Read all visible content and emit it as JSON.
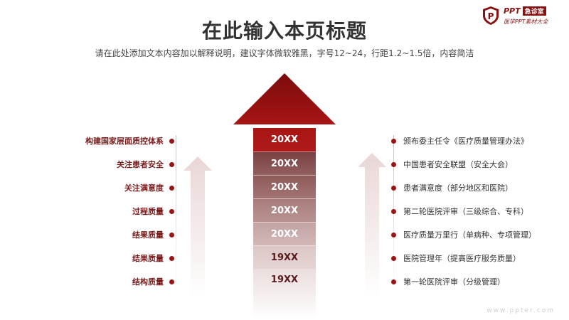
{
  "header": {
    "title": "在此输入本页标题",
    "subtitle": "请在此处添加文本内容加以解释说明，建议字体微软雅黑，字号12~24，行距1.2~1.5倍，内容简洁"
  },
  "logo": {
    "brand": "PPT",
    "badge": "急诊室",
    "tagline": "医学PPT素材大全",
    "icon": "shield-p-icon"
  },
  "left_items": [
    {
      "label": "构建国家层面质控体系"
    },
    {
      "label": "关注患者安全"
    },
    {
      "label": "关注满意度"
    },
    {
      "label": "过程质量"
    },
    {
      "label": "结果质量"
    },
    {
      "label": "结果质量"
    },
    {
      "label": "结构质量"
    }
  ],
  "years": [
    {
      "label": "20XX"
    },
    {
      "label": "20XX"
    },
    {
      "label": "20XX"
    },
    {
      "label": "20XX"
    },
    {
      "label": "20XX"
    },
    {
      "label": "19XX"
    },
    {
      "label": "19XX"
    }
  ],
  "right_items": [
    {
      "label": "颁布委主任令《医疗质量管理办法》"
    },
    {
      "label": "中国患者安全联盟（安全大会）"
    },
    {
      "label": "患者满意度（部分地区和医院）"
    },
    {
      "label": "第二轮医院评审（三级综合、专科）"
    },
    {
      "label": "医疗质量万里行（单病种、专项管理）"
    },
    {
      "label": "医院管理年（提高医疗服务质量）"
    },
    {
      "label": "第一轮医院评审（分级管理）"
    }
  ],
  "watermark": "www.ppter.com",
  "colors": {
    "accent": "#9a1414",
    "title": "#333333"
  }
}
